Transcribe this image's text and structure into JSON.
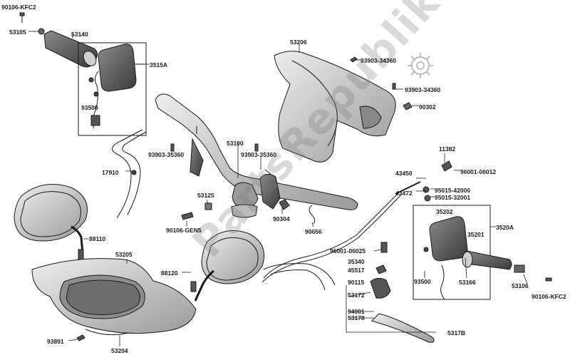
{
  "labels": {
    "l01": "90106-KFC2",
    "l02": "53105",
    "l03": "53140",
    "l04": "3515A",
    "l05": "93500",
    "l06": "53206",
    "l07": "93903-34360",
    "l08": "93903-34360",
    "l09": "90302",
    "l10": "53100",
    "l11": "93903-35360",
    "l12": "93903-35360",
    "l13": "17910",
    "l14": "11382",
    "l15": "96001-06012",
    "l16": "43450",
    "l17": "43472",
    "l18": "95015-42000",
    "l19": "95015-32001",
    "l20": "53125",
    "l21": "90106-GEN5",
    "l22": "90304",
    "l23": "90656",
    "l24": "88110",
    "l25": "35202",
    "l26": "35201",
    "l27": "3520A",
    "l28": "53205",
    "l29": "96001-06025",
    "l30": "35340",
    "l31": "45517",
    "l32": "90115",
    "l33": "53172",
    "l34": "94001",
    "l35": "53178",
    "l36": "88120",
    "l37": "93500",
    "l38": "53166",
    "l39": "53106",
    "l40": "90106-KFC2",
    "l41": "93891",
    "l42": "53204",
    "l43": "5317B"
  },
  "watermark": "PartsRepublik",
  "colors": {
    "line": "#1a1a1a",
    "part_fill": "#d9d9d9",
    "part_dark": "#7a7a7a",
    "watermark": "#b0b0b0"
  }
}
